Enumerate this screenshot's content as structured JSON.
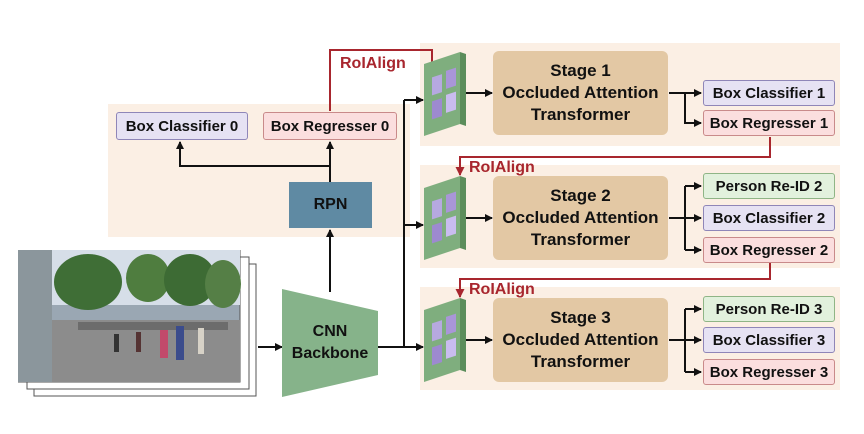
{
  "roi_label": "RoIAlign",
  "box_classifier_0": "Box Classifier 0",
  "box_regresser_0": "Box Regresser 0",
  "rpn": "RPN",
  "backbone": {
    "line1": "CNN",
    "line2": "Backbone"
  },
  "stages": [
    {
      "title": "Stage 1",
      "line2": "Occluded Attention",
      "line3": "Transformer",
      "heads": {
        "classifier": "Box Classifier 1",
        "regresser": "Box Regresser 1"
      }
    },
    {
      "title": "Stage 2",
      "line2": "Occluded Attention",
      "line3": "Transformer",
      "heads": {
        "reid": "Person Re-ID 2",
        "classifier": "Box Classifier 2",
        "regresser": "Box Regresser 2"
      }
    },
    {
      "title": "Stage 3",
      "line2": "Occluded Attention",
      "line3": "Transformer",
      "heads": {
        "reid": "Person Re-ID 3",
        "classifier": "Box Classifier 3",
        "regresser": "Box Regresser 3"
      }
    }
  ],
  "colors": {
    "panel": "#fbefe4",
    "roi_arrow": "#a8262e",
    "stage": "#e3c8a4",
    "backbone": "#86b38a",
    "rpn": "#5f8aa3",
    "classifier": "#e6e2f3",
    "regresser": "#fbdede",
    "reid": "#e2f1dd"
  }
}
